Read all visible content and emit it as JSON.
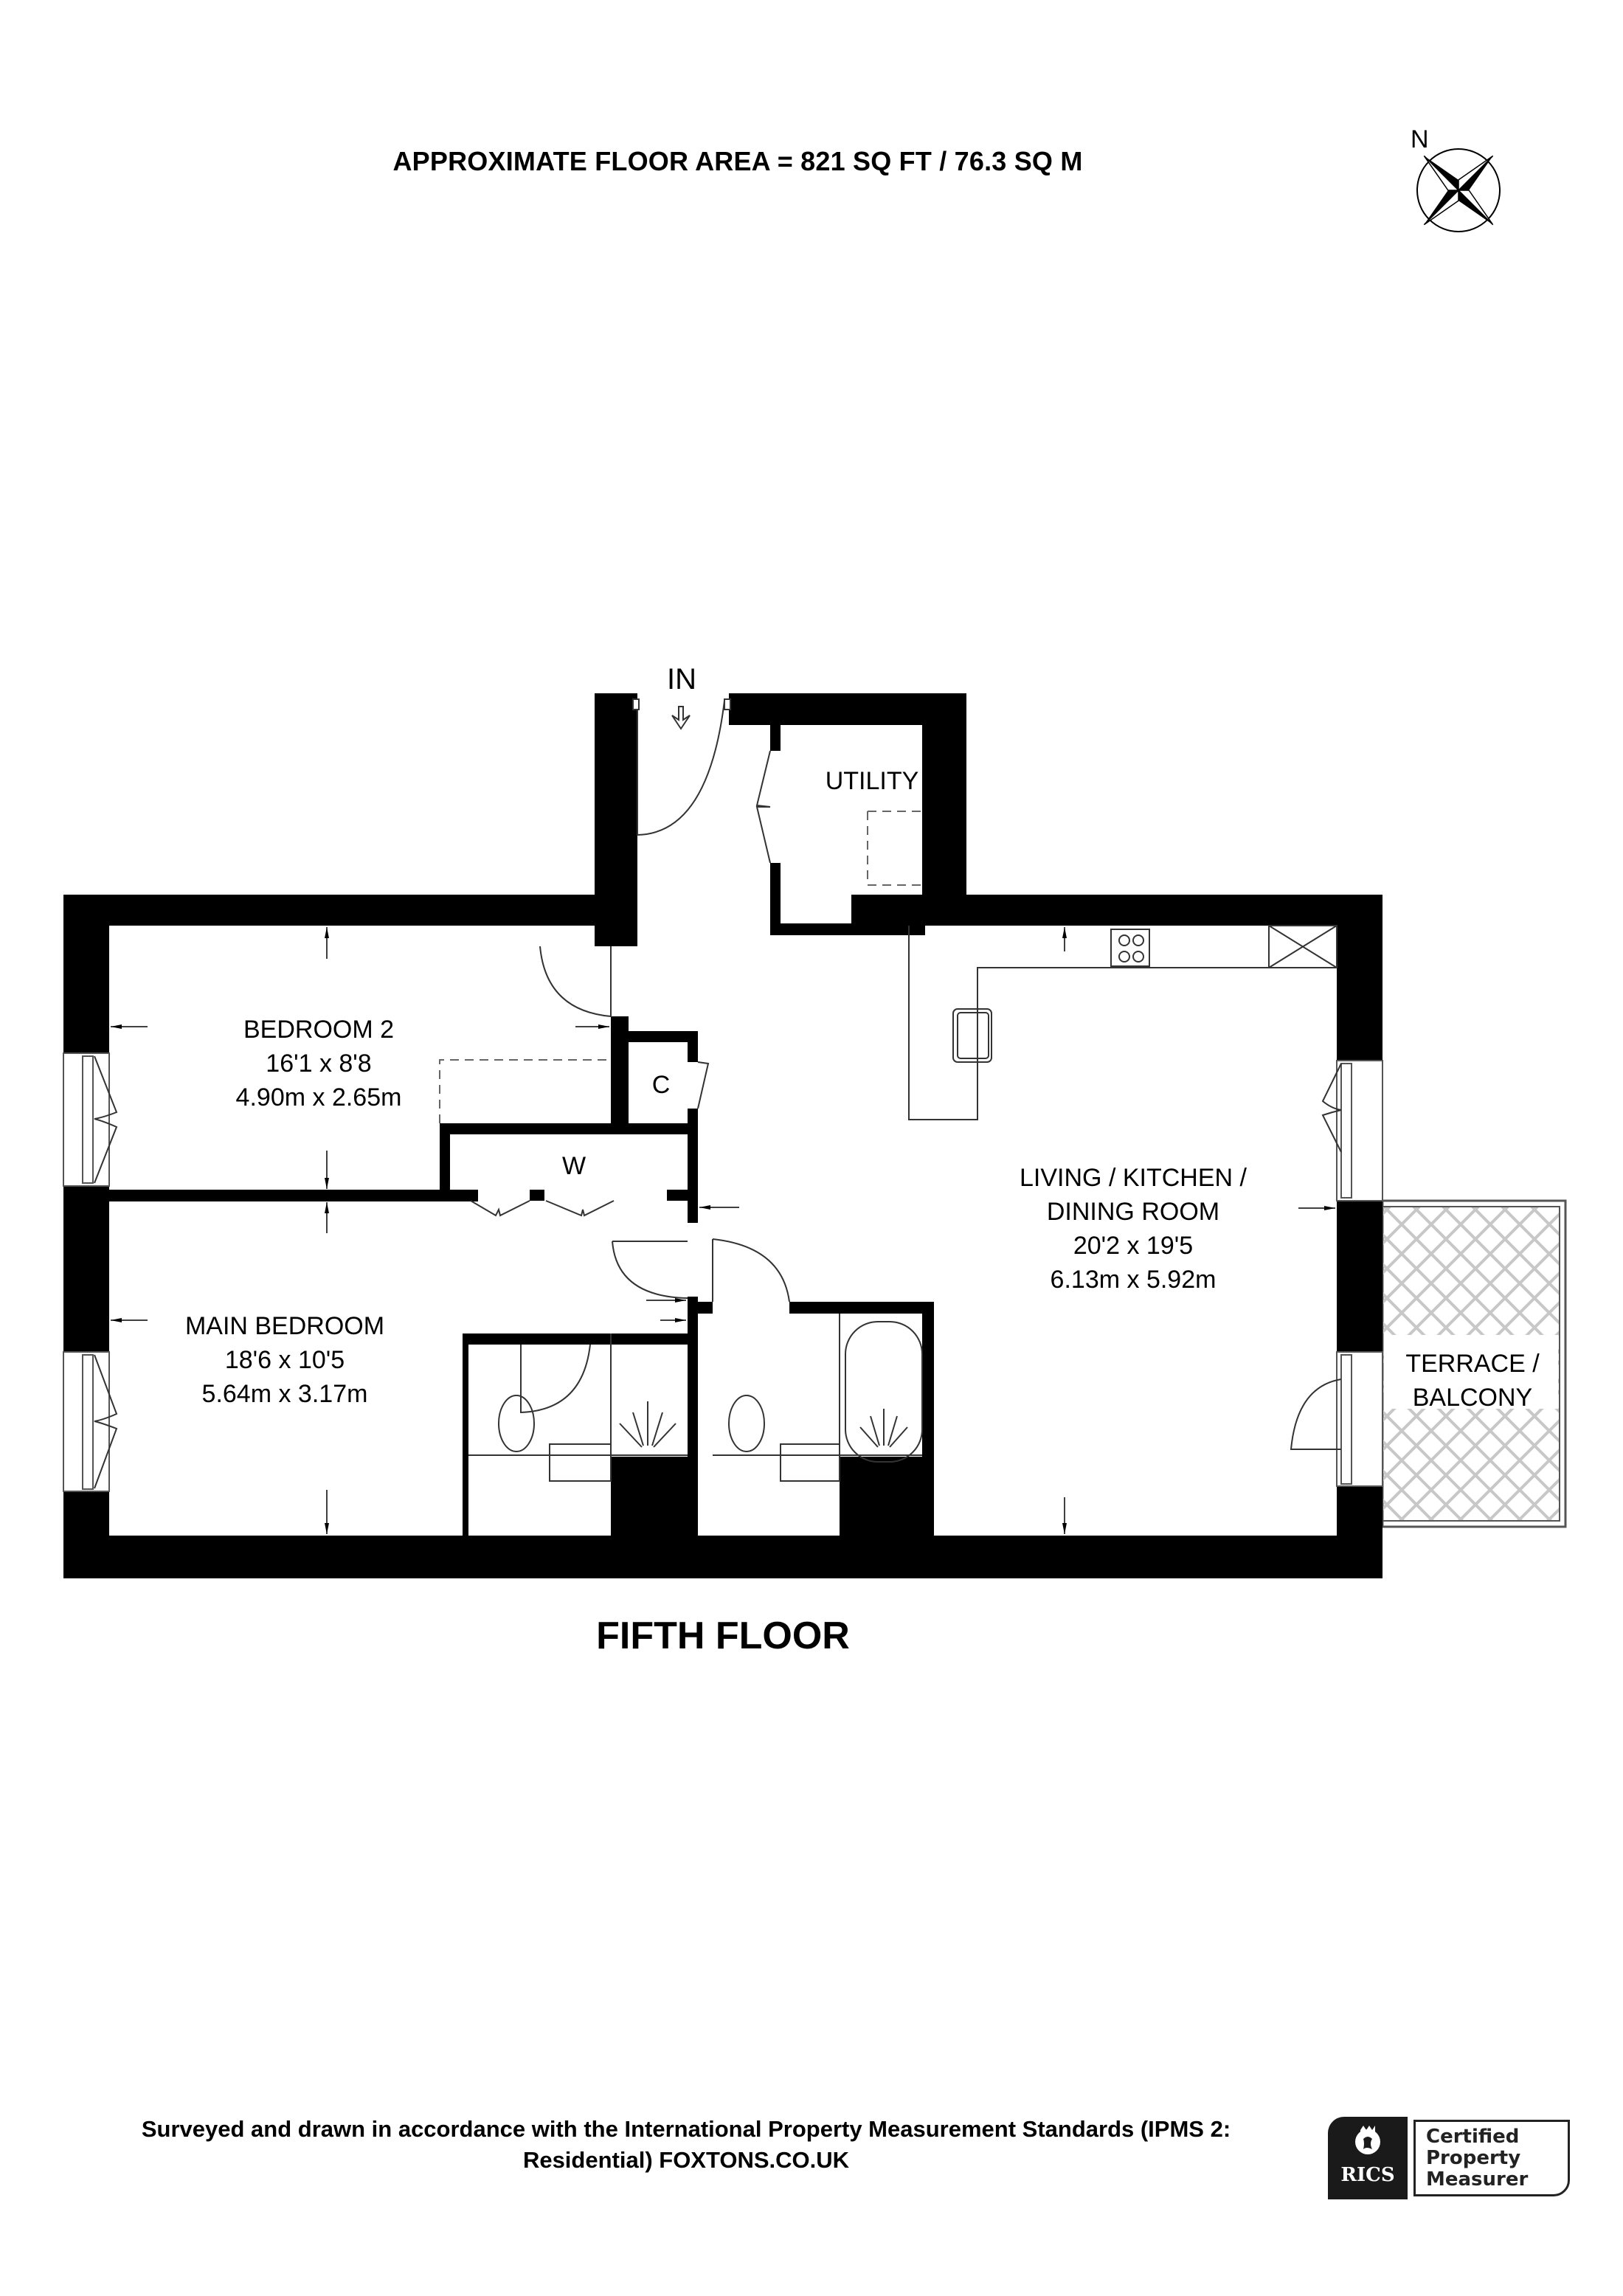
{
  "header": {
    "floor_area": "APPROXIMATE FLOOR AREA = 821 SQ FT / 76.3 SQ M",
    "compass_label": "N"
  },
  "plan": {
    "floor_name": "FIFTH FLOOR",
    "entrance_label": "IN",
    "rooms": {
      "utility": {
        "name": "UTILITY"
      },
      "bedroom2": {
        "name": "BEDROOM 2",
        "imperial": "16'1 x 8'8",
        "metric": "4.90m x 2.65m"
      },
      "cupboard": {
        "name": "C"
      },
      "wardrobe": {
        "name": "W"
      },
      "main_bedroom": {
        "name": "MAIN BEDROOM",
        "imperial": "18'6 x 10'5",
        "metric": "5.64m x 3.17m"
      },
      "living": {
        "name_line1": "LIVING  / KITCHEN /",
        "name_line2": "DINING ROOM",
        "imperial": "20'2 x 19'5",
        "metric": "6.13m x 5.92m"
      },
      "terrace": {
        "name_line1": "TERRACE /",
        "name_line2": "BALCONY"
      }
    },
    "colors": {
      "wall": "#000000",
      "hatch": "#c8c8c8",
      "line": "#333333"
    }
  },
  "footer": {
    "line1": "Surveyed and drawn in accordance with the International Property Measurement Standards (IPMS 2:",
    "line2": "Residential) FOXTONS.CO.UK"
  },
  "badge": {
    "org": "RICS",
    "line1": "Certified",
    "line2": "Property",
    "line3": "Measurer"
  }
}
